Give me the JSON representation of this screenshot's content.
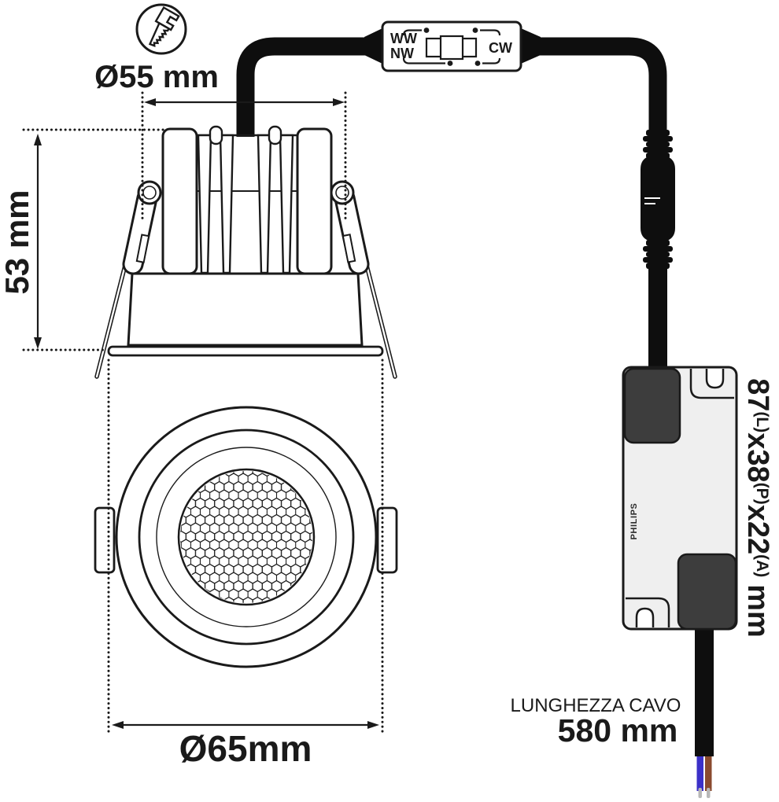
{
  "labels": {
    "cutout_diameter": "Ø55 mm",
    "height": "53 mm",
    "front_diameter": "Ø65mm",
    "cable_length_title": "LUNGHEZZA CAVO",
    "cable_length_value": "580 mm"
  },
  "cct_selector": {
    "ww": "WW",
    "nw": "NW",
    "cw": "CW"
  },
  "driver": {
    "brand": "PHILIPS",
    "dims": {
      "l": "87",
      "l_sup": "(L)",
      "x1": "x",
      "p": "38",
      "p_sup": "(P)",
      "x2": "x",
      "a": "22",
      "a_sup": "(A)",
      "unit": "mm"
    }
  },
  "colors": {
    "line": "#1a1a1a",
    "cable": "#0e0e0e",
    "driver_body": "#efefef",
    "driver_block": "#3d3d3d",
    "wire_blue": "#3b30c8",
    "wire_brown": "#8a4a2e",
    "wire_tip": "#b7b7b7"
  }
}
